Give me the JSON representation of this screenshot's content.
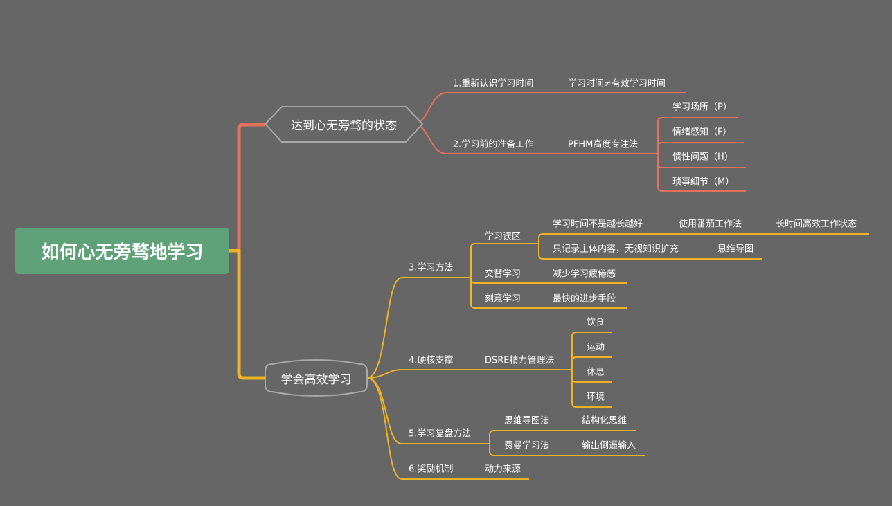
{
  "colors": {
    "background": "#666666",
    "root": "#5fa27a",
    "branch_red": "#e8705e",
    "branch_yellow": "#f0b323",
    "node_border": "#a8a8a8"
  },
  "root": {
    "t": "如何心无旁骛地学习"
  },
  "b": [
    {
      "t": "达到心无旁骛的状态",
      "c": [
        {
          "t": "1.重新认识学习时间",
          "c": [
            {
              "t": "学习时间≠有效学习时间"
            }
          ]
        },
        {
          "t": "2.学习前的准备工作",
          "c": [
            {
              "t": "PFHM高度专注法",
              "c": [
                {
                  "t": "学习场所（P）"
                },
                {
                  "t": "情绪感知（F）"
                },
                {
                  "t": "惯性问题（H）"
                },
                {
                  "t": "琐事细节（M）"
                }
              ]
            }
          ]
        }
      ]
    },
    {
      "t": "学会高效学习",
      "c": [
        {
          "t": "3.学习方法",
          "c": [
            {
              "t": "学习误区",
              "c": [
                {
                  "t": "学习时间不是越长越好",
                  "c": [
                    {
                      "t": "使用番茄工作法",
                      "c": [
                        {
                          "t": "长时间高效工作状态"
                        }
                      ]
                    }
                  ]
                },
                {
                  "t": "只记录主体内容，无视知识扩充",
                  "c": [
                    {
                      "t": "思维导图"
                    }
                  ]
                }
              ]
            },
            {
              "t": "交替学习",
              "c": [
                {
                  "t": "减少学习疲倦感"
                }
              ]
            },
            {
              "t": "刻意学习",
              "c": [
                {
                  "t": "最快的进步手段"
                }
              ]
            }
          ]
        },
        {
          "t": "4.硬核支撑",
          "c": [
            {
              "t": "DSRE精力管理法",
              "c": [
                {
                  "t": "饮食"
                },
                {
                  "t": "运动"
                },
                {
                  "t": "休息"
                },
                {
                  "t": "环境"
                }
              ]
            }
          ]
        },
        {
          "t": "5.学习复盘方法",
          "c": [
            {
              "t": "思维导图法",
              "c": [
                {
                  "t": "结构化思维"
                }
              ]
            },
            {
              "t": "费曼学习法",
              "c": [
                {
                  "t": "输出倒逼输入"
                }
              ]
            }
          ]
        },
        {
          "t": "6.奖励机制",
          "c": [
            {
              "t": "动力来源"
            }
          ]
        }
      ]
    }
  ]
}
